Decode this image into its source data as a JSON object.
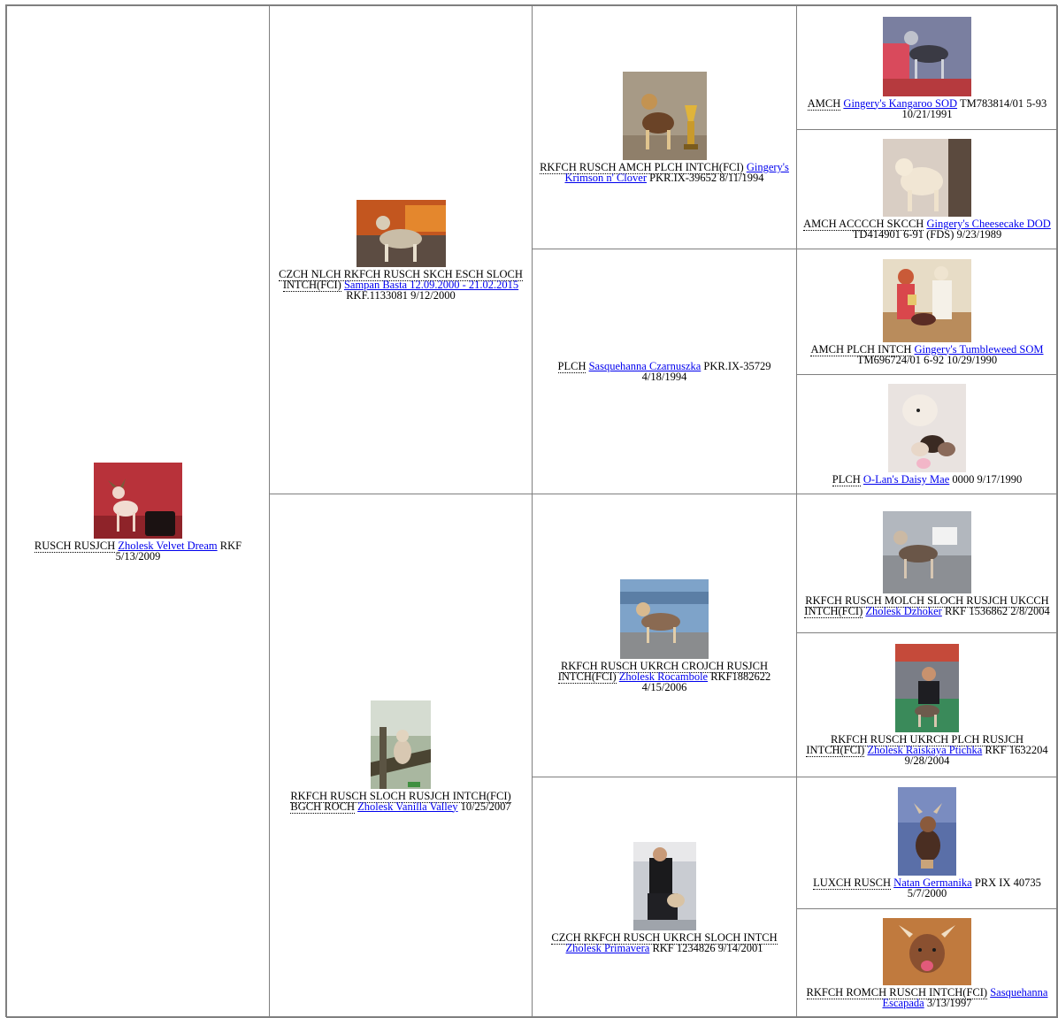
{
  "colors": {
    "link": "#0000ee",
    "border": "#7f7f7f",
    "text": "#000000"
  },
  "subject": {
    "titles": "RUSCH RUSJCH",
    "name": "Zholesk Velvet Dream",
    "info": " RKF 5/13/2009",
    "photo": "dog-posed-on-red-backdrop"
  },
  "sire": {
    "titles": "CZCH NLCH RKFCH RUSCH SKCH ESCH SLOCH INTCH(FCI)",
    "name": "Sampan Basta 12.09.2000 - 21.02.2015",
    "info": " RKF.1133081 9/12/2000",
    "photo": "dog-portrait-fire-background"
  },
  "dam": {
    "titles": "RKFCH RUSCH SLOCH RUSJCH INTCH(FCI) BGCH ROCH",
    "name": "Zholesk Vanilla Valley",
    "info": " 10/25/2007",
    "photo": "dog-sitting-on-tree"
  },
  "sire_sire": {
    "titles": "RKFCH RUSCH AMCH PLCH INTCH(FCI)",
    "name": "Gingery's Krimson n' Clover",
    "info": " PKR.IX-39652 8/11/1994",
    "photo": "dog-with-trophy"
  },
  "sire_dam": {
    "titles": "PLCH",
    "name": "Sasquehanna Czarnuszka",
    "info": " PKR.IX-35729 4/18/1994"
  },
  "dam_sire": {
    "titles": "RKFCH RUSCH UKRCH CROJCH RUSJCH INTCH(FCI)",
    "name": "Zholesk Rocambole",
    "info": " RKF1882622 4/15/2006",
    "photo": "dog-standing-by-water"
  },
  "dam_dam": {
    "titles": "CZCH RKFCH RUSCH UKRCH SLOCH INTCH",
    "name": "Zholesk Primavera",
    "info": " RKF 1234826 9/14/2001",
    "photo": "handler-with-dog-in-show-ring"
  },
  "ggp": [
    {
      "titles": "AMCH",
      "name": "Gingery's Kangaroo SOD",
      "info": " TM783814/01 5-93 10/21/1991",
      "photo": "dog-stacked-in-show"
    },
    {
      "titles": "AMCH ACCCCH SKCCH",
      "name": "Gingery's Cheesecake DOD",
      "info": " TD414901 6-91 (FDS) 9/23/1989",
      "photo": "powderpuff-dog-stacked"
    },
    {
      "titles": "AMCH PLCH INTCH",
      "name": "Gingery's Tumbleweed SOM",
      "info": " TM696724/01 6-92 10/29/1990",
      "photo": "judges-with-winning-dog"
    },
    {
      "titles": "PLCH",
      "name": "O-Lan's Daisy Mae",
      "info": " 0000 9/17/1990",
      "photo": "dog-with-puppies"
    },
    {
      "titles": "RKFCH RUSCH MOLCH SLOCH RUSJCH UKCCH INTCH(FCI)",
      "name": "Zholesk Dzhoker",
      "info": " RKF 1536862 2/8/2004",
      "photo": "dog-outdoors-with-sign"
    },
    {
      "titles": "RKFCH RUSCH UKRCH PLCH RUSJCH INTCH(FCI)",
      "name": "Zholesk Raiskaya Ptichka",
      "info": " RKF 1632204 9/28/2004",
      "photo": "handler-stacking-dog-on-green"
    },
    {
      "titles": "LUXCH RUSCH",
      "name": "Natan Germanika",
      "info": " PRX IX 40735 5/7/2000",
      "photo": "dog-sitting-blue-backdrop"
    },
    {
      "titles": "RKFCH ROMCH RUSCH INTCH(FCI)",
      "name": "Sasquehanna Escapada",
      "info": " 3/13/1997",
      "photo": "dog-face-closeup"
    }
  ]
}
